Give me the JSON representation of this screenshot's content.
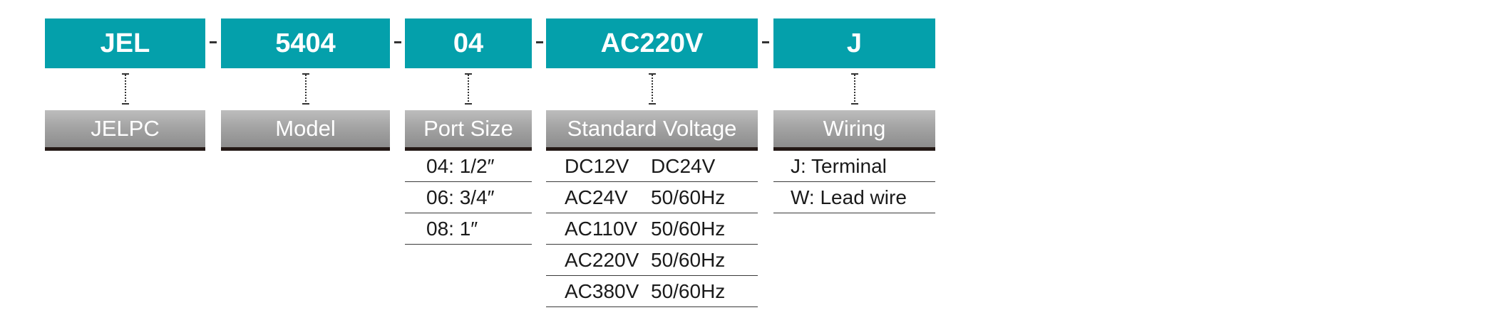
{
  "separator": "-",
  "columns": [
    {
      "code": "JEL",
      "header": "JELPC",
      "options": []
    },
    {
      "code": "5404",
      "header": "Model",
      "options": []
    },
    {
      "code": "04",
      "header": "Port Size",
      "options": [
        [
          "04: 1/2″"
        ],
        [
          "06: 3/4″"
        ],
        [
          "08: 1″"
        ]
      ]
    },
    {
      "code": "AC220V",
      "header": "Standard Voltage",
      "options": [
        [
          "DC12V",
          "DC24V"
        ],
        [
          "AC24V",
          "50/60Hz"
        ],
        [
          "AC110V",
          "50/60Hz"
        ],
        [
          "AC220V",
          "50/60Hz"
        ],
        [
          "AC380V",
          "50/60Hz"
        ]
      ]
    },
    {
      "code": "J",
      "header": "Wiring",
      "options": [
        [
          "J: Terminal"
        ],
        [
          "W: Lead wire"
        ]
      ]
    }
  ],
  "colors": {
    "code_bg": "#04a0ab",
    "rule": "#231815"
  }
}
